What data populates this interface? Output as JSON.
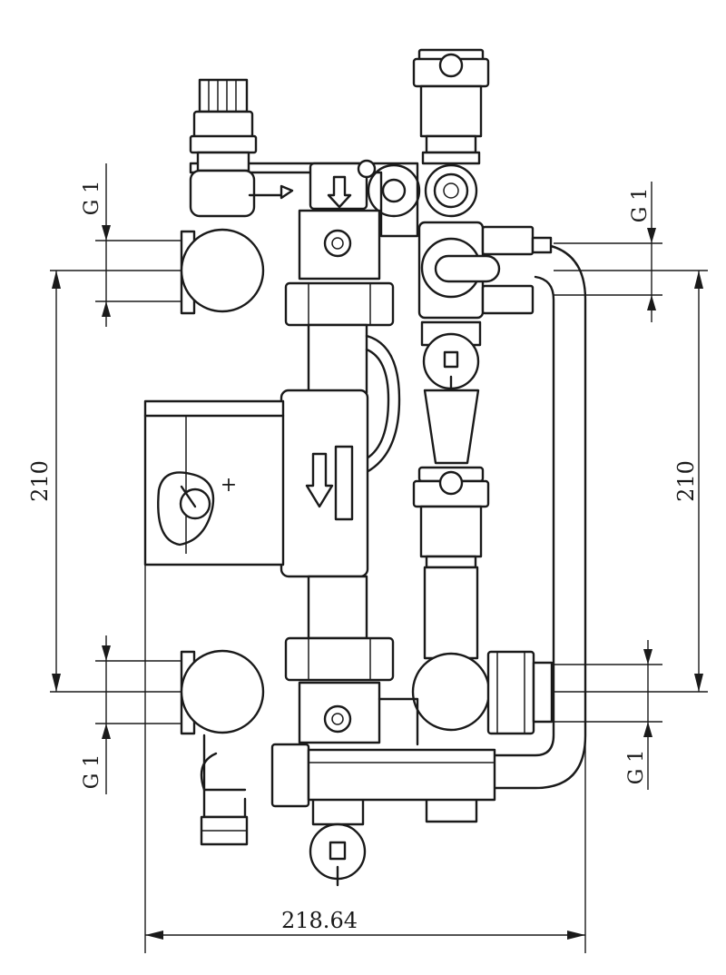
{
  "dimensions": {
    "left_height": "210",
    "right_height": "210",
    "width": "218.64"
  },
  "thread_labels": {
    "top_left": "G 1",
    "top_right": "G 1",
    "bottom_left": "G 1",
    "bottom_right": "G 1"
  },
  "pump_symbol": "+",
  "colors": {
    "line": "#1a1a1a",
    "background": "#ffffff"
  }
}
